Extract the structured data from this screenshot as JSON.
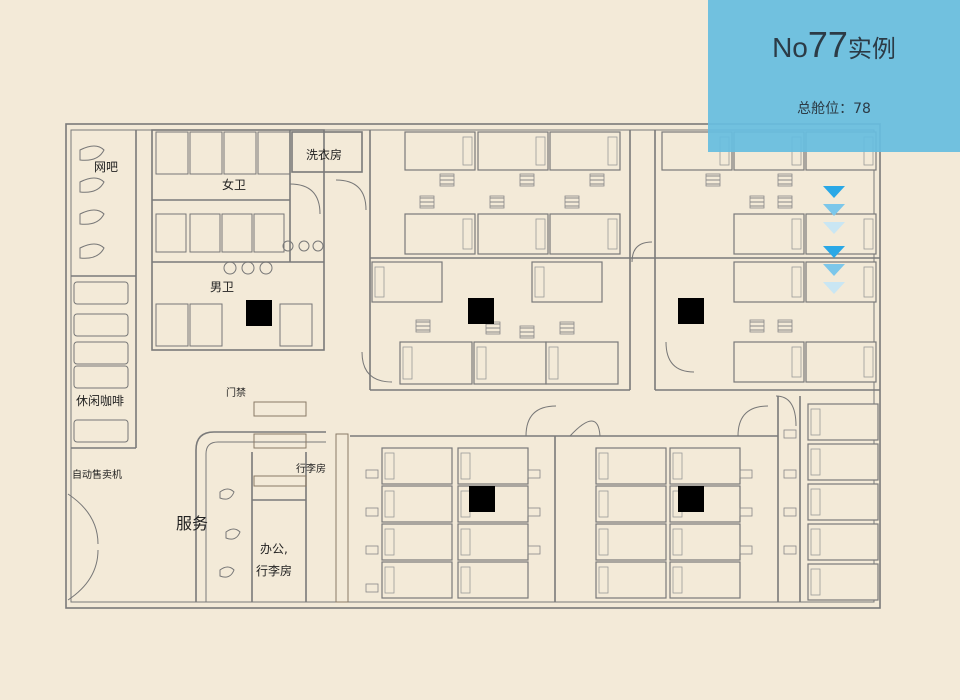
{
  "panel": {
    "title_prefix": "No",
    "title_number": "77",
    "title_suffix": "实例",
    "capacity_label": "总舱位：",
    "capacity_value": "78"
  },
  "rooms": {
    "internet_bar": "网吧",
    "womens_restroom": "女卫",
    "laundry": "洗衣房",
    "mens_restroom": "男卫",
    "lounge_cafe": "休闲咖啡",
    "gate": "门禁",
    "vending": "自动售卖机",
    "service": "服务",
    "luggage_small": "行李房",
    "office_line1": "办公,",
    "office_line2": "行李房"
  },
  "colors": {
    "background": "#f3ead8",
    "wall": "#777777",
    "column": "#000000",
    "panel": "#66bde0",
    "arrow": "#2aa8e6"
  }
}
